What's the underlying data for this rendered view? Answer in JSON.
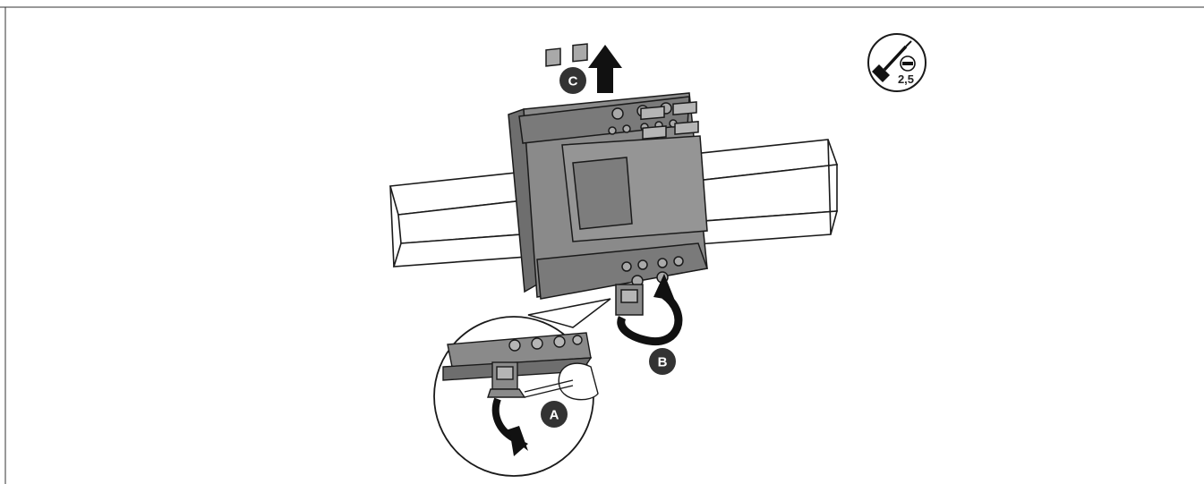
{
  "diagram": {
    "steps": [
      {
        "id": "A",
        "label": "A"
      },
      {
        "id": "B",
        "label": "B"
      },
      {
        "id": "C",
        "label": "C"
      }
    ],
    "tool": {
      "icon": "flat-screwdriver-icon",
      "size_label": "2,5"
    },
    "colors": {
      "device": "#8a8a8a",
      "device_dark": "#6e6e6e",
      "device_light": "#a9a9a9",
      "rail": "#ffffff",
      "outline": "#1a1a1a",
      "badge": "#333333",
      "arrow": "#111111"
    }
  }
}
